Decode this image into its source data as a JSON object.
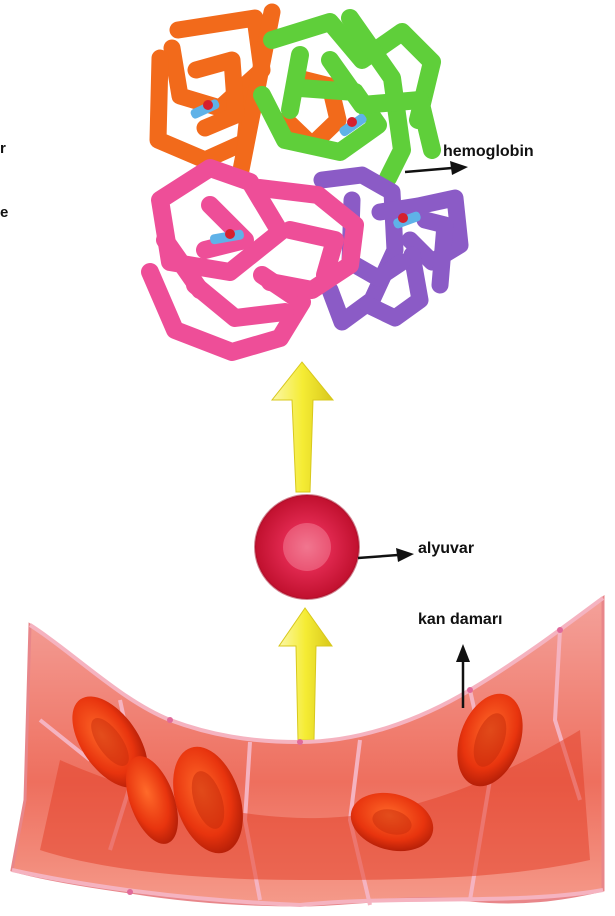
{
  "labels": {
    "hemoglobin": "hemoglobin",
    "red_blood_cell": "alyuvar",
    "blood_vessel": "kan damarı"
  },
  "edge_text": [
    "r",
    "e"
  ],
  "colors": {
    "chain_orange": "#f26a1b",
    "chain_green": "#5fcf3a",
    "chain_pink": "#ee4e98",
    "chain_purple": "#8b5bc6",
    "heme_blue": "#5fb2e8",
    "heme_red": "#d6202e",
    "arrow_yellow": "#f2e93a",
    "rbc_red": "#d8193a",
    "vessel_wall": "#ef7b6c",
    "vessel_pink": "#f8c0c6",
    "vessel_cell_red": "#e8340e"
  }
}
